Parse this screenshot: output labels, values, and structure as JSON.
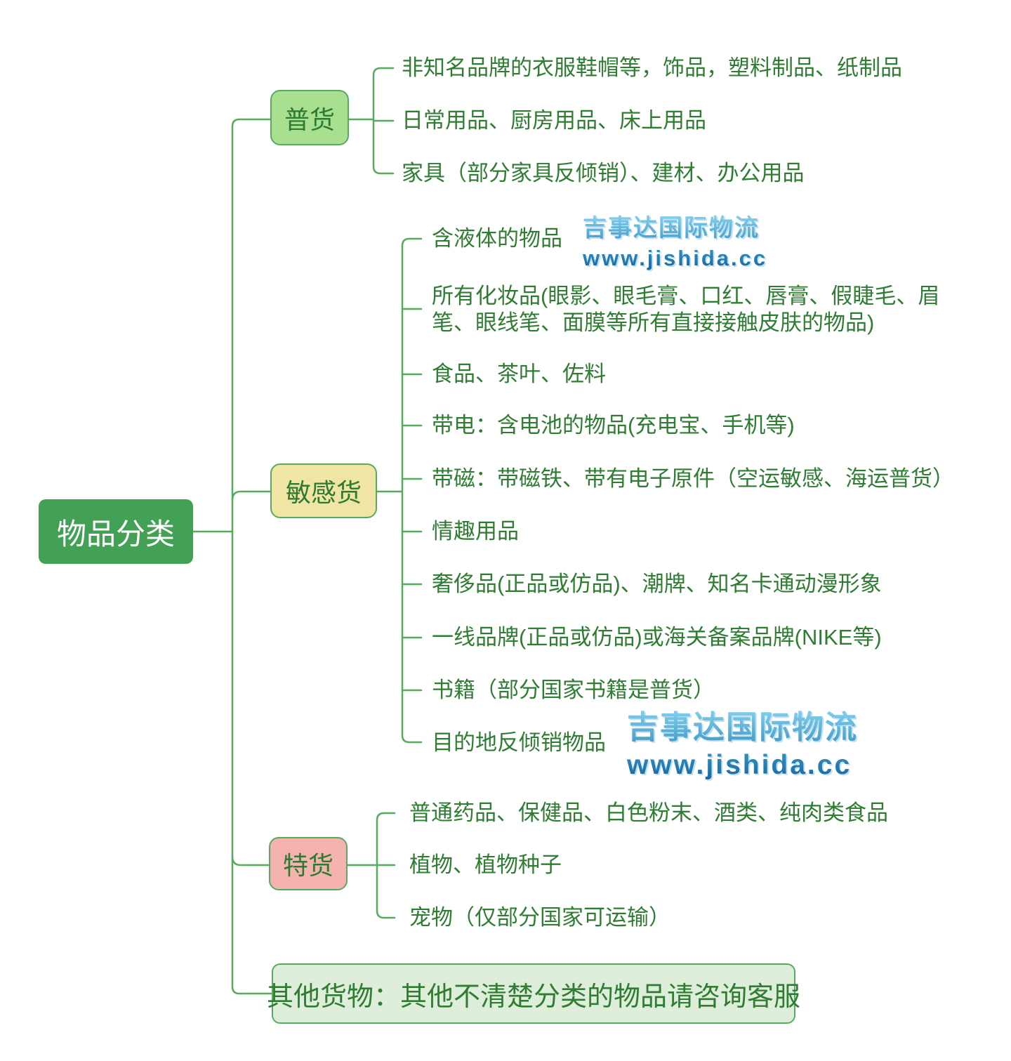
{
  "root": {
    "label": "物品分类"
  },
  "branches": [
    {
      "label": "普货",
      "leaves": [
        "非知名品牌的衣服鞋帽等，饰品，塑料制品、纸制品",
        "日常用品、厨房用品、床上用品",
        "家具（部分家具反倾销）、建材、办公用品"
      ]
    },
    {
      "label": "敏感货",
      "leaves": [
        "含液体的物品",
        "所有化妆品(眼影、眼毛膏、口红、唇膏、假睫毛、眉笔、眼线笔、面膜等所有直接接触皮肤的物品)",
        "食品、茶叶、佐料",
        "带电：含电池的物品(充电宝、手机等)",
        "带磁：带磁铁、带有电子原件（空运敏感、海运普货）",
        "情趣用品",
        "奢侈品(正品或仿品)、潮牌、知名卡通动漫形象",
        "一线品牌(正品或仿品)或海关备案品牌(NIKE等)",
        "书籍（部分国家书籍是普货）",
        "目的地反倾销物品"
      ]
    },
    {
      "label": "特货",
      "leaves": [
        "普通药品、保健品、白色粉末、酒类、纯肉类食品",
        "植物、植物种子",
        "宠物（仅部分国家可运输）"
      ]
    }
  ],
  "other_node": {
    "label": "其他货物：其他不清楚分类的物品请咨询客服"
  },
  "watermark": {
    "line1": "吉事达国际物流",
    "line2": "www.jishida.cc"
  },
  "colors": {
    "root_fill": "#43a155",
    "root_text": "#ffffff",
    "line_green": "#57ab5f",
    "general_fill": "#a9e08f",
    "sensitive_fill": "#f0e5a5",
    "special_fill": "#f5b3af",
    "other_fill": "#dfeeda",
    "leaf_text": "#2f7d33",
    "watermark_blue_light": "#85d0ee",
    "watermark_blue_dark": "#14669e"
  }
}
